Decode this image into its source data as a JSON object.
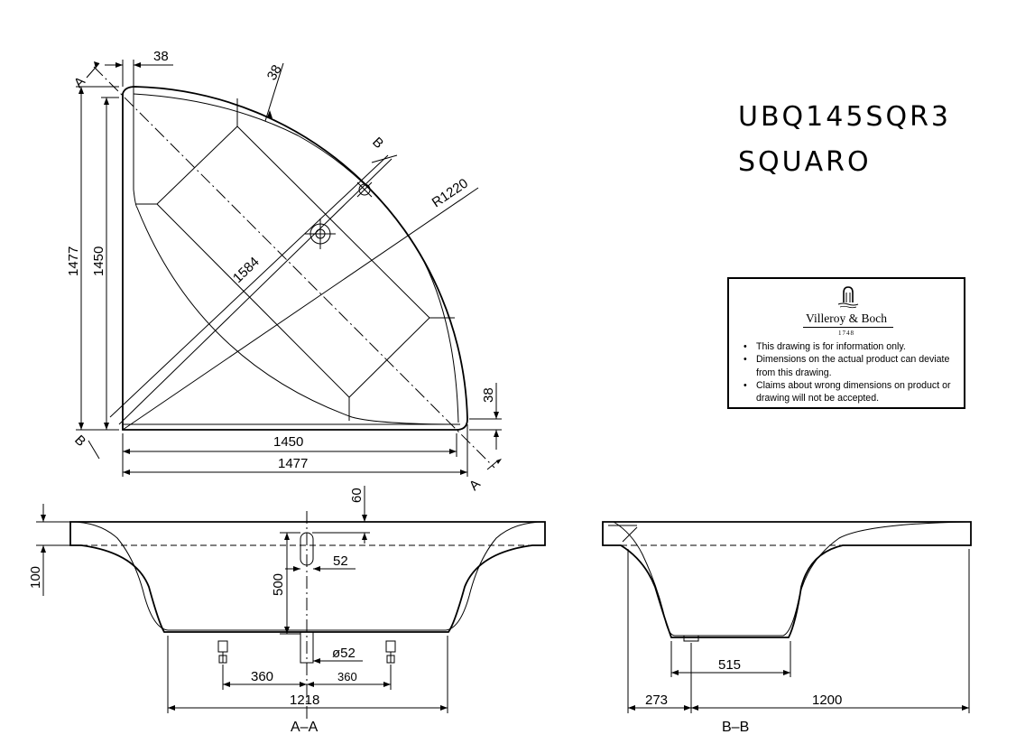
{
  "title": {
    "model": "UBQ145SQR3",
    "series": "SQUARO"
  },
  "plan_view": {
    "dim_top_offset": "38",
    "dim_rim_width": "38",
    "section_mark_b": "B",
    "section_mark_a": "A",
    "radius": "R1220",
    "diagonal": "1584",
    "height_outer": "1477",
    "height_inner": "1450",
    "width_inner": "1450",
    "width_outer": "1477",
    "dim_right_offset": "38"
  },
  "section_a": {
    "label": "A–A",
    "rim_offset": "60",
    "rim_height": "100",
    "depth": "500",
    "overflow_offset": "52",
    "drain_diameter": "ø52",
    "leg_left": "360",
    "leg_right": "360",
    "base_width": "1218"
  },
  "section_b": {
    "label": "B–B",
    "base_width": "515",
    "offset": "273",
    "length": "1200"
  },
  "note_box": {
    "brand": "Villeroy & Boch",
    "year": "1748",
    "notes": [
      "This drawing is for information only.",
      "Dimensions on the actual product can deviate from this drawing.",
      "Claims about wrong dimensions on product or drawing will not be accepted."
    ]
  }
}
